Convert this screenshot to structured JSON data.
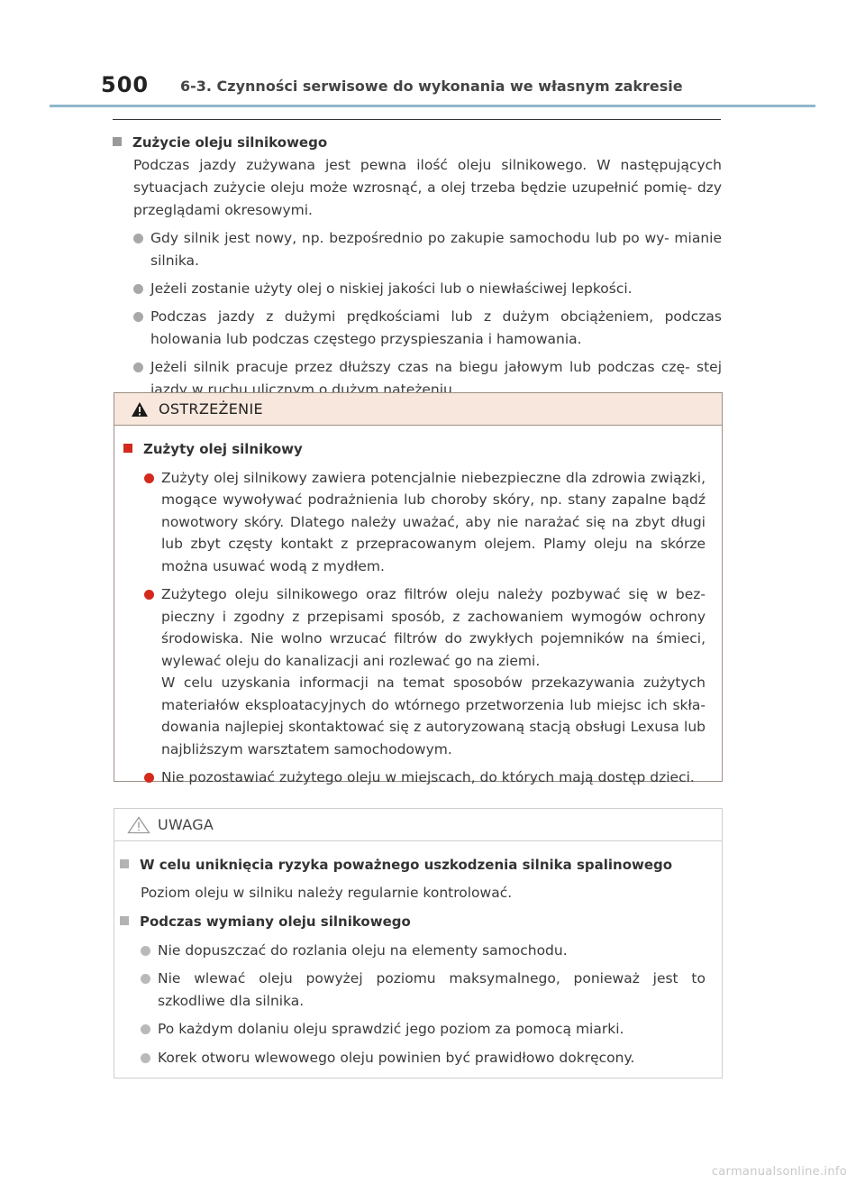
{
  "header": {
    "page_number": "500",
    "section_title": "6-3. Czynności serwisowe do wykonania we własnym zakresie"
  },
  "intro": {
    "heading": "Zużycie oleju silnikowego",
    "paragraph": "Podczas jazdy zużywana jest pewna ilość oleju silnikowego. W następujących sytuacjach zużycie oleju może wzrosnąć, a olej trzeba będzie uzupełnić pomię- dzy przeglądami okresowymi.",
    "bullets": [
      "Gdy silnik jest nowy, np. bezpośrednio po zakupie samochodu lub po wy- mianie silnika.",
      "Jeżeli zostanie użyty olej o niskiej jakości lub o niewłaściwej lepkości.",
      "Podczas jazdy z dużymi prędkościami lub z dużym obciążeniem, podczas holowania lub podczas częstego przyspieszania i hamowania.",
      "Jeżeli silnik pracuje przez dłuższy czas na biegu jałowym lub podczas czę- stej jazdy w ruchu ulicznym o dużym natężeniu."
    ]
  },
  "warning": {
    "label": "OSTRZEŻENIE",
    "heading": "Zużyty olej silnikowy",
    "bullets": [
      "Zużyty olej silnikowy zawiera potencjalnie niebezpieczne dla zdrowia związki, mogące wywoływać podrażnienia lub choroby skóry, np. stany zapalne bądź nowotwory skóry. Dlatego należy uważać, aby nie narażać się na zbyt długi lub zbyt częsty kontakt z przepracowanym olejem. Plamy oleju na skórze można usuwać wodą z mydłem.",
      "Zużytego oleju silnikowego oraz filtrów oleju należy pozbywać się w bez- pieczny i zgodny z przepisami sposób, z zachowaniem wymogów ochrony środowiska. Nie wolno wrzucać filtrów do zwykłych pojemników na śmieci, wylewać oleju do kanalizacji ani rozlewać go na ziemi.",
      "Nie pozostawiać zużytego oleju w miejscach, do których mają dostęp dzieci."
    ],
    "bullet2_continuation": "W celu uzyskania informacji na temat sposobów przekazywania zużytych materiałów eksploatacyjnych do wtórnego przetworzenia lub miejsc ich skła- dowania najlepiej skontaktować się z autoryzowaną stacją obsługi Lexusa lub najbliższym warsztatem samochodowym."
  },
  "notice": {
    "label": "UWAGA",
    "heading1": "W celu uniknięcia ryzyka poważnego uszkodzenia silnika spalinowego",
    "text1": "Poziom oleju w silniku należy regularnie kontrolować.",
    "heading2": "Podczas wymiany oleju silnikowego",
    "bullets": [
      "Nie dopuszczać do rozlania oleju na elementy samochodu.",
      "Nie wlewać oleju powyżej poziomu maksymalnego, ponieważ jest to szkodliwe dla silnika.",
      "Po każdym dolaniu oleju sprawdzić jego poziom za pomocą miarki.",
      "Korek otworu wlewowego oleju powinien być prawidłowo dokręcony."
    ]
  },
  "footer": {
    "watermark": "carmanualsonline.info"
  }
}
